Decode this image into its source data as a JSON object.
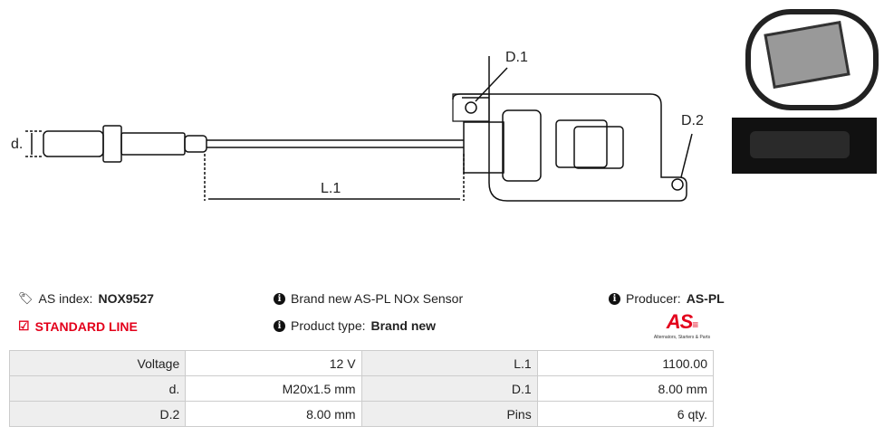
{
  "diagram": {
    "d_label": "d.",
    "l1_label": "L.1",
    "d1_label": "D.1",
    "d2_label": "D.2"
  },
  "info": {
    "as_index_label": "AS index:",
    "as_index_value": "NOX9527",
    "line_label": "STANDARD LINE",
    "description": "Brand new AS-PL NOx Sensor",
    "product_type_label": "Product type:",
    "product_type_value": "Brand new",
    "producer_label": "Producer:",
    "producer_value": "AS-PL",
    "logo_text": "AS",
    "logo_tagline": "Alternators, Starters & Parts"
  },
  "colors": {
    "accent": "#e3001b"
  },
  "specs": [
    {
      "l1": "Voltage",
      "v1": "12 V",
      "l2": "L.1",
      "v2": "1100.00"
    },
    {
      "l1": "d.",
      "v1": "M20x1.5 mm",
      "l2": "D.1",
      "v2": "8.00 mm"
    },
    {
      "l1": "D.2",
      "v1": "8.00 mm",
      "l2": "Pins",
      "v2": "6 qty."
    }
  ]
}
